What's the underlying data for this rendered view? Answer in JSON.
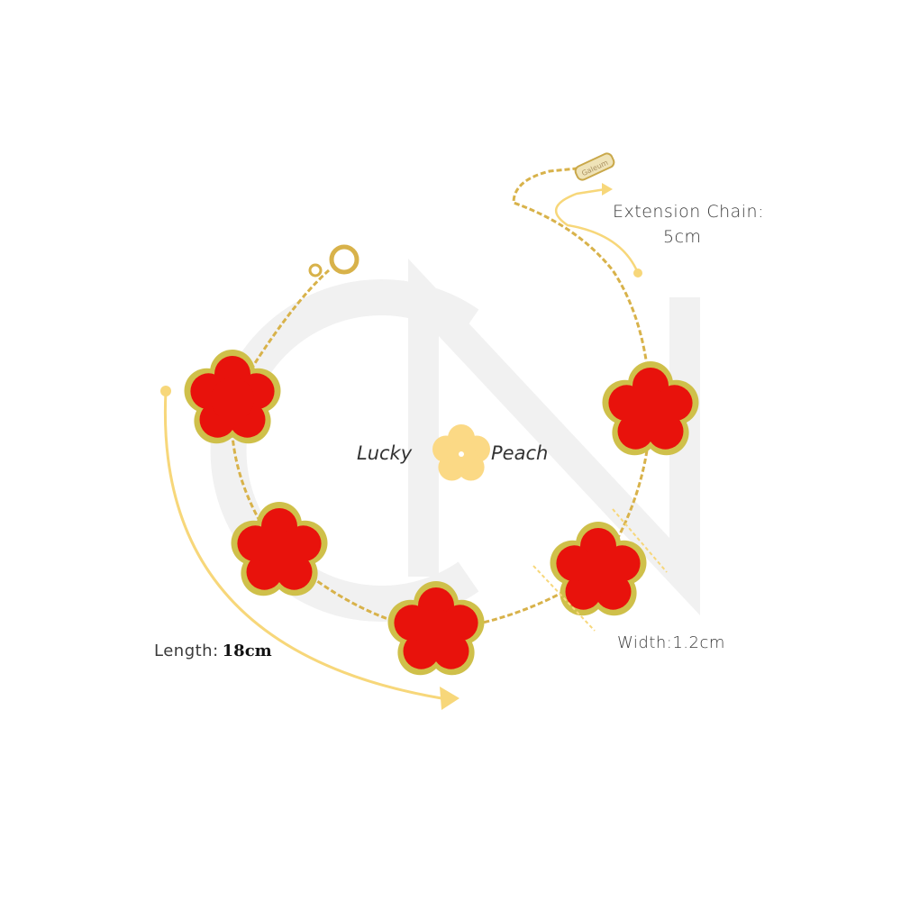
{
  "watermark": "CN",
  "tag_text": "Galeum",
  "brand": {
    "left": "Lucky",
    "right": "Peach"
  },
  "labels": {
    "extension_title": "Extension Chain:",
    "extension_value": "5cm",
    "length_title": "Length:",
    "length_value": "18cm",
    "width": "Width:1.2cm"
  },
  "colors": {
    "flower": "#e8120c",
    "gold": "#d9c15a",
    "accent": "#f7d77a"
  }
}
